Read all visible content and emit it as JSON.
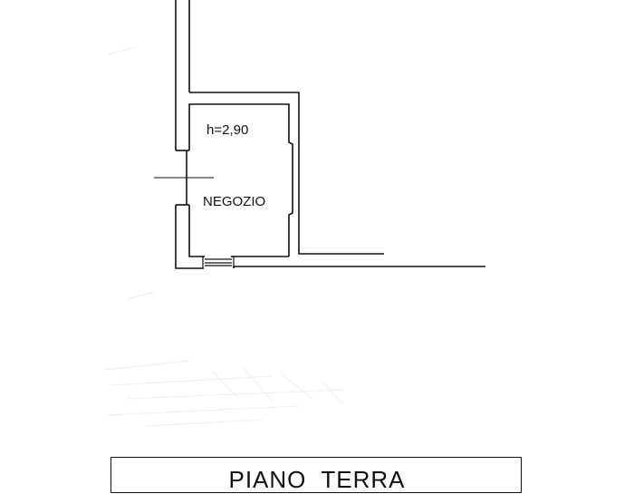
{
  "drawing": {
    "room_height_label": "h=2,90",
    "room_name": "NEGOZIO",
    "floor_title": "PIANO  TERRA"
  },
  "colors": {
    "line": "#111111",
    "faint": "#f2f2f2",
    "background": "#ffffff"
  }
}
